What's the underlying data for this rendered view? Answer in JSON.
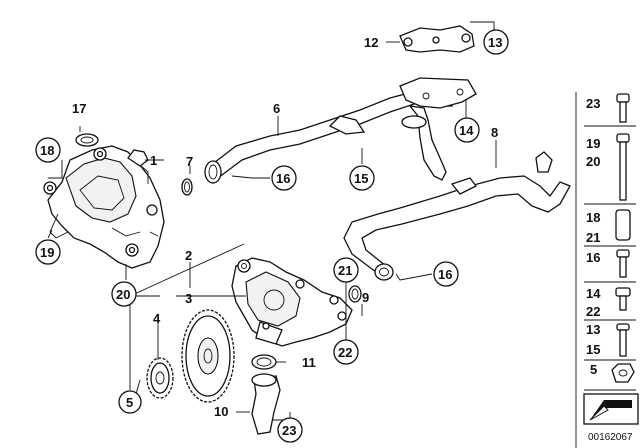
{
  "callouts": {
    "c1": "1",
    "c2": "2",
    "c3": "3",
    "c4": "4",
    "c5": "5",
    "c6": "6",
    "c7": "7",
    "c8": "8",
    "c9": "9",
    "c10": "10",
    "c11": "11",
    "c12": "12",
    "c13": "13",
    "c14": "14",
    "c15": "15",
    "c16a": "16",
    "c16b": "16",
    "c17": "17",
    "c18": "18",
    "c19": "19",
    "c20": "20",
    "c21": "21",
    "c22": "22",
    "c23": "23"
  },
  "legend": {
    "r1": "23",
    "r2a": "19",
    "r2b": "20",
    "r3a": "18",
    "r3b": "21",
    "r4": "16",
    "r5a": "14",
    "r5b": "22",
    "r6a": "13",
    "r6b": "15",
    "r7": "5"
  },
  "diagram_number": "00162067"
}
